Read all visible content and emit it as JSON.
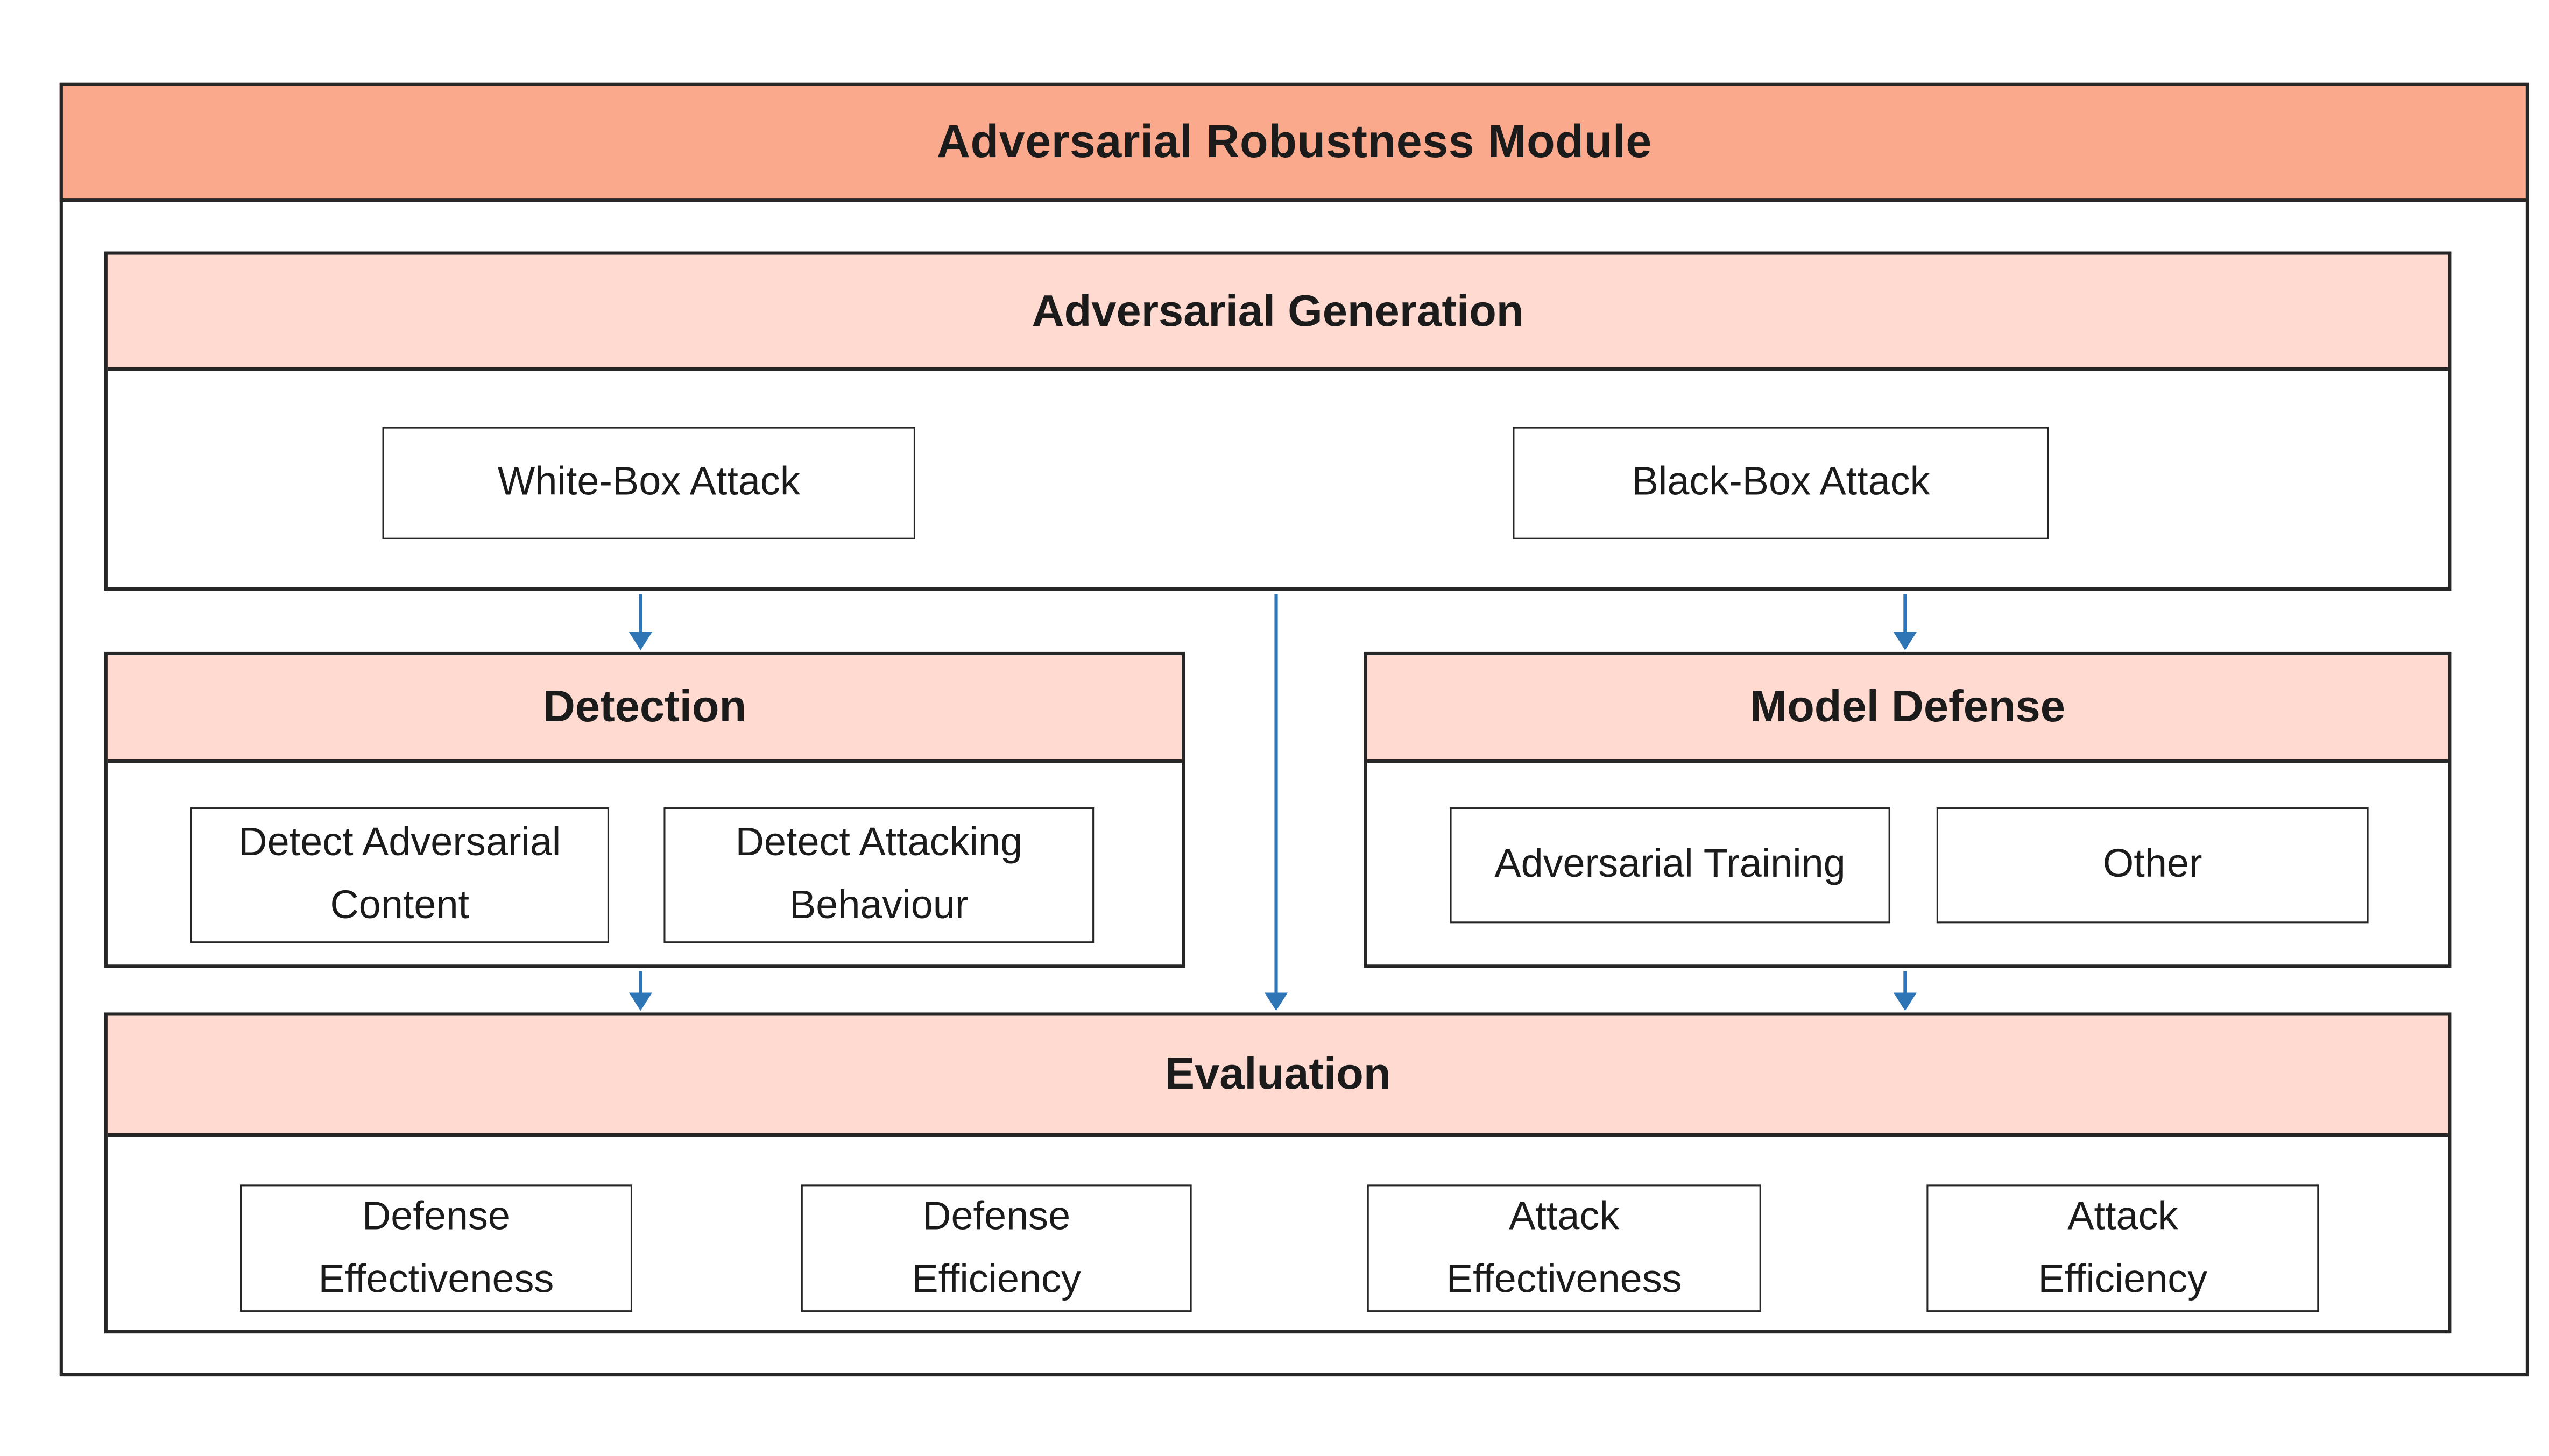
{
  "title": "Adversarial Robustness Module",
  "colors": {
    "header_fill": "#FBA98C",
    "section_fill": "#FEDAD1",
    "border": "#262626",
    "arrow": "#2E75B6"
  },
  "sections": {
    "generation": {
      "title": "Adversarial Generation",
      "items": [
        "White-Box Attack",
        "Black-Box Attack"
      ]
    },
    "detection": {
      "title": "Detection",
      "items": [
        "Detect Adversarial\nContent",
        "Detect Attacking\nBehaviour"
      ]
    },
    "model_defense": {
      "title": "Model Defense",
      "items": [
        "Adversarial Training",
        "Other"
      ]
    },
    "evaluation": {
      "title": "Evaluation",
      "items": [
        "Defense\nEffectiveness",
        "Defense\nEfficiency",
        "Attack\nEffectiveness",
        "Attack\nEfficiency"
      ]
    }
  }
}
